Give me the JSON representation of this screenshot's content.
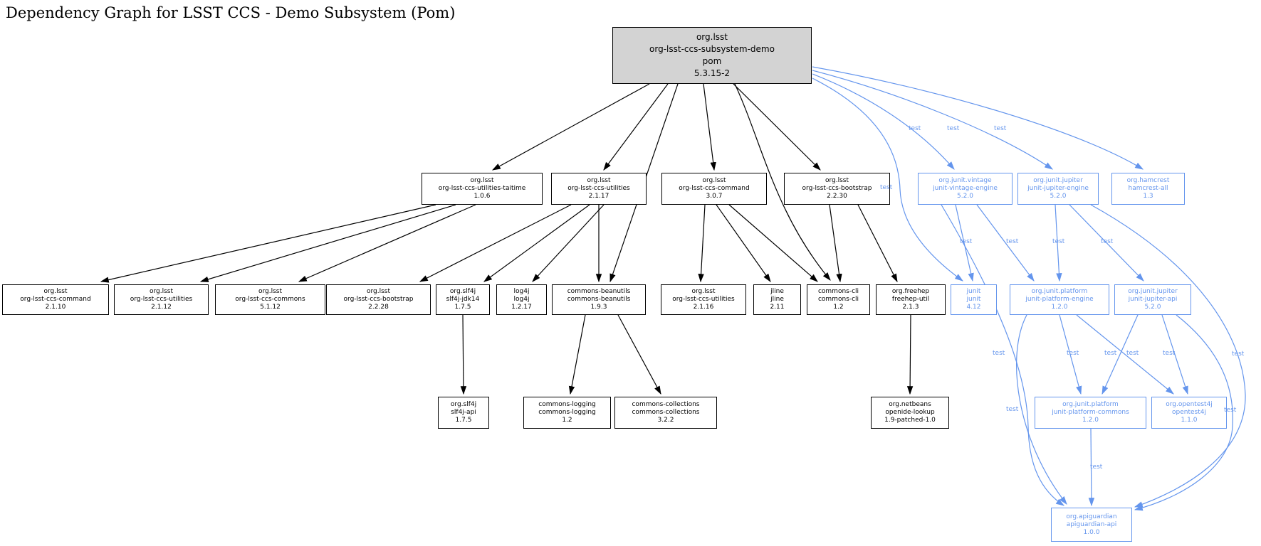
{
  "title": "Dependency Graph for LSST CCS - Demo Subsystem (Pom)",
  "edge_label": "test",
  "colors": {
    "test_scope_blue": "#6495ED",
    "root_fill": "#d3d3d3",
    "edge_black": "#000000"
  },
  "nodes": {
    "root": {
      "group": "org.lsst",
      "artifact": "org-lsst-ccs-subsystem-demo",
      "packaging": "pom",
      "version": "5.3.15-2"
    },
    "taitime": {
      "group": "org.lsst",
      "artifact": "org-lsst-ccs-utilities-taitime",
      "version": "1.0.6"
    },
    "utilities_2_1_17": {
      "group": "org.lsst",
      "artifact": "org-lsst-ccs-utilities",
      "version": "2.1.17"
    },
    "command_3_0_7": {
      "group": "org.lsst",
      "artifact": "org-lsst-ccs-command",
      "version": "3.0.7"
    },
    "bootstrap_2_2_30": {
      "group": "org.lsst",
      "artifact": "org-lsst-ccs-bootstrap",
      "version": "2.2.30"
    },
    "vintage_engine": {
      "group": "org.junit.vintage",
      "artifact": "junit-vintage-engine",
      "version": "5.2.0"
    },
    "jupiter_engine": {
      "group": "org.junit.jupiter",
      "artifact": "junit-jupiter-engine",
      "version": "5.2.0"
    },
    "hamcrest_all": {
      "group": "org.hamcrest",
      "artifact": "hamcrest-all",
      "version": "1.3"
    },
    "command_2_1_10": {
      "group": "org.lsst",
      "artifact": "org-lsst-ccs-command",
      "version": "2.1.10"
    },
    "utilities_2_1_12": {
      "group": "org.lsst",
      "artifact": "org-lsst-ccs-utilities",
      "version": "2.1.12"
    },
    "commons_5_1_12": {
      "group": "org.lsst",
      "artifact": "org-lsst-ccs-commons",
      "version": "5.1.12"
    },
    "bootstrap_2_2_28": {
      "group": "org.lsst",
      "artifact": "org-lsst-ccs-bootstrap",
      "version": "2.2.28"
    },
    "slf4j_jdk14": {
      "group": "org.slf4j",
      "artifact": "slf4j-jdk14",
      "version": "1.7.5"
    },
    "log4j": {
      "group": "log4j",
      "artifact": "log4j",
      "version": "1.2.17"
    },
    "beanutils": {
      "group": "commons-beanutils",
      "artifact": "commons-beanutils",
      "version": "1.9.3"
    },
    "utilities_2_1_16": {
      "group": "org.lsst",
      "artifact": "org-lsst-ccs-utilities",
      "version": "2.1.16"
    },
    "jline": {
      "group": "jline",
      "artifact": "jline",
      "version": "2.11"
    },
    "commons_cli": {
      "group": "commons-cli",
      "artifact": "commons-cli",
      "version": "1.2"
    },
    "freehep_util": {
      "group": "org.freehep",
      "artifact": "freehep-util",
      "version": "2.1.3"
    },
    "junit": {
      "group": "junit",
      "artifact": "junit",
      "version": "4.12"
    },
    "platform_engine": {
      "group": "org.junit.platform",
      "artifact": "junit-platform-engine",
      "version": "1.2.0"
    },
    "jupiter_api": {
      "group": "org.junit.jupiter",
      "artifact": "junit-jupiter-api",
      "version": "5.2.0"
    },
    "slf4j_api": {
      "group": "org.slf4j",
      "artifact": "slf4j-api",
      "version": "1.7.5"
    },
    "commons_logging": {
      "group": "commons-logging",
      "artifact": "commons-logging",
      "version": "1.2"
    },
    "commons_collections": {
      "group": "commons-collections",
      "artifact": "commons-collections",
      "version": "3.2.2"
    },
    "openide_lookup": {
      "group": "org.netbeans",
      "artifact": "openide-lookup",
      "version": "1.9-patched-1.0"
    },
    "platform_commons": {
      "group": "org.junit.platform",
      "artifact": "junit-platform-commons",
      "version": "1.2.0"
    },
    "opentest4j": {
      "group": "org.opentest4j",
      "artifact": "opentest4j",
      "version": "1.1.0"
    },
    "apiguardian": {
      "group": "org.apiguardian",
      "artifact": "apiguardian-api",
      "version": "1.0.0"
    }
  }
}
